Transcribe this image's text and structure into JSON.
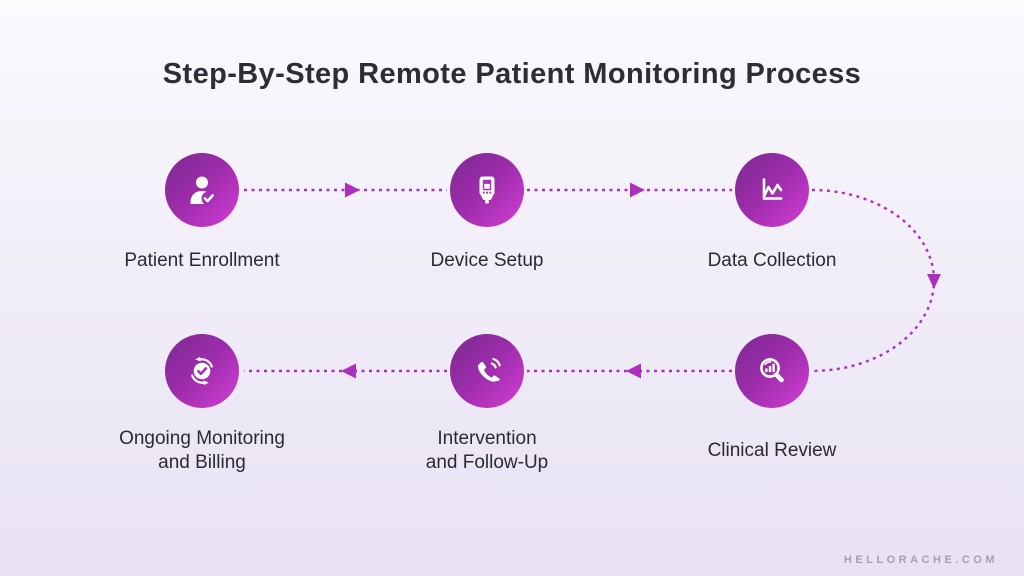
{
  "title": "Step-By-Step Remote Patient Monitoring Process",
  "watermark": "HELLORACHE.COM",
  "colors": {
    "background_top": "#fbfafd",
    "background_mid": "#f1edf8",
    "background_bottom": "#e8e2f3",
    "title_text": "#2e2d36",
    "label_text": "#2b2a33",
    "circle_gradient_start": "#7b2a91",
    "circle_gradient_mid": "#9d2caa",
    "circle_gradient_end": "#d23fd6",
    "connector": "#aa31bc",
    "icon_contrast": "#a62fb6",
    "watermark_text": "#a79fb3"
  },
  "flow": {
    "connector_style": "dotted",
    "row1_direction": "left-to-right",
    "row2_direction": "right-to-left"
  },
  "steps": [
    {
      "id": 1,
      "label": "Patient Enrollment",
      "lines": [
        "Patient Enrollment"
      ],
      "icon": "person-check-icon"
    },
    {
      "id": 2,
      "label": "Device Setup",
      "lines": [
        "Device Setup"
      ],
      "icon": "medical-device-icon"
    },
    {
      "id": 3,
      "label": "Data Collection",
      "lines": [
        "Data Collection"
      ],
      "icon": "line-chart-icon"
    },
    {
      "id": 4,
      "label": "Clinical Review",
      "lines": [
        "Clinical Review"
      ],
      "icon": "magnifier-bar-chart-icon"
    },
    {
      "id": 5,
      "label": "Intervention and Follow-Up",
      "lines": [
        "Intervention",
        "and Follow-Up"
      ],
      "icon": "phone-call-icon"
    },
    {
      "id": 6,
      "label": "Ongoing Monitoring and Billing",
      "lines": [
        "Ongoing Monitoring",
        "and Billing"
      ],
      "icon": "cycle-check-icon"
    }
  ]
}
